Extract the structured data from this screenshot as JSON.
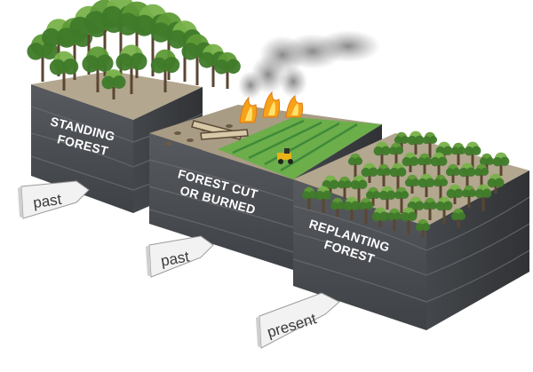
{
  "blocks": {
    "standing": {
      "line1": "STANDING",
      "line2": "FOREST"
    },
    "cut": {
      "line1": "FOREST CUT",
      "line2": "OR BURNED"
    },
    "replant": {
      "line1": "REPLANTING",
      "line2": "FOREST"
    }
  },
  "tags": {
    "past_1": "past",
    "past_2": "past",
    "present": "present"
  },
  "colors": {
    "block_front": "#4b4e53",
    "block_side": "#3b3e42",
    "soil_top": "#b3a78f",
    "field_green": "#6cae4a",
    "tree_dark": "#3f7a2a",
    "tree_light": "#78b24a",
    "fire": "#f6a21a",
    "smoke": "#8e8e8e",
    "tag_bg": "#f2f2f2"
  }
}
